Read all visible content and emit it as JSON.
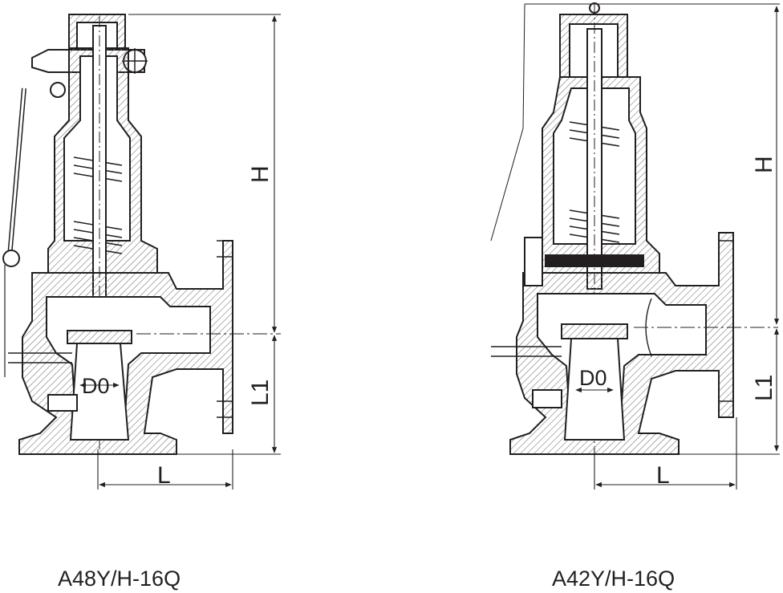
{
  "valves": [
    {
      "model": "A48Y/H-16Q",
      "dimensions": {
        "height": "H",
        "inlet_height": "L1",
        "outlet_length": "L",
        "bore": "D0"
      }
    },
    {
      "model": "A42Y/H-16Q",
      "dimensions": {
        "height": "H",
        "inlet_height": "L1",
        "outlet_length": "L",
        "bore": "D0"
      }
    }
  ],
  "colors": {
    "line": "#231f20",
    "hatch": "#7a7a7a",
    "background": "#ffffff"
  }
}
